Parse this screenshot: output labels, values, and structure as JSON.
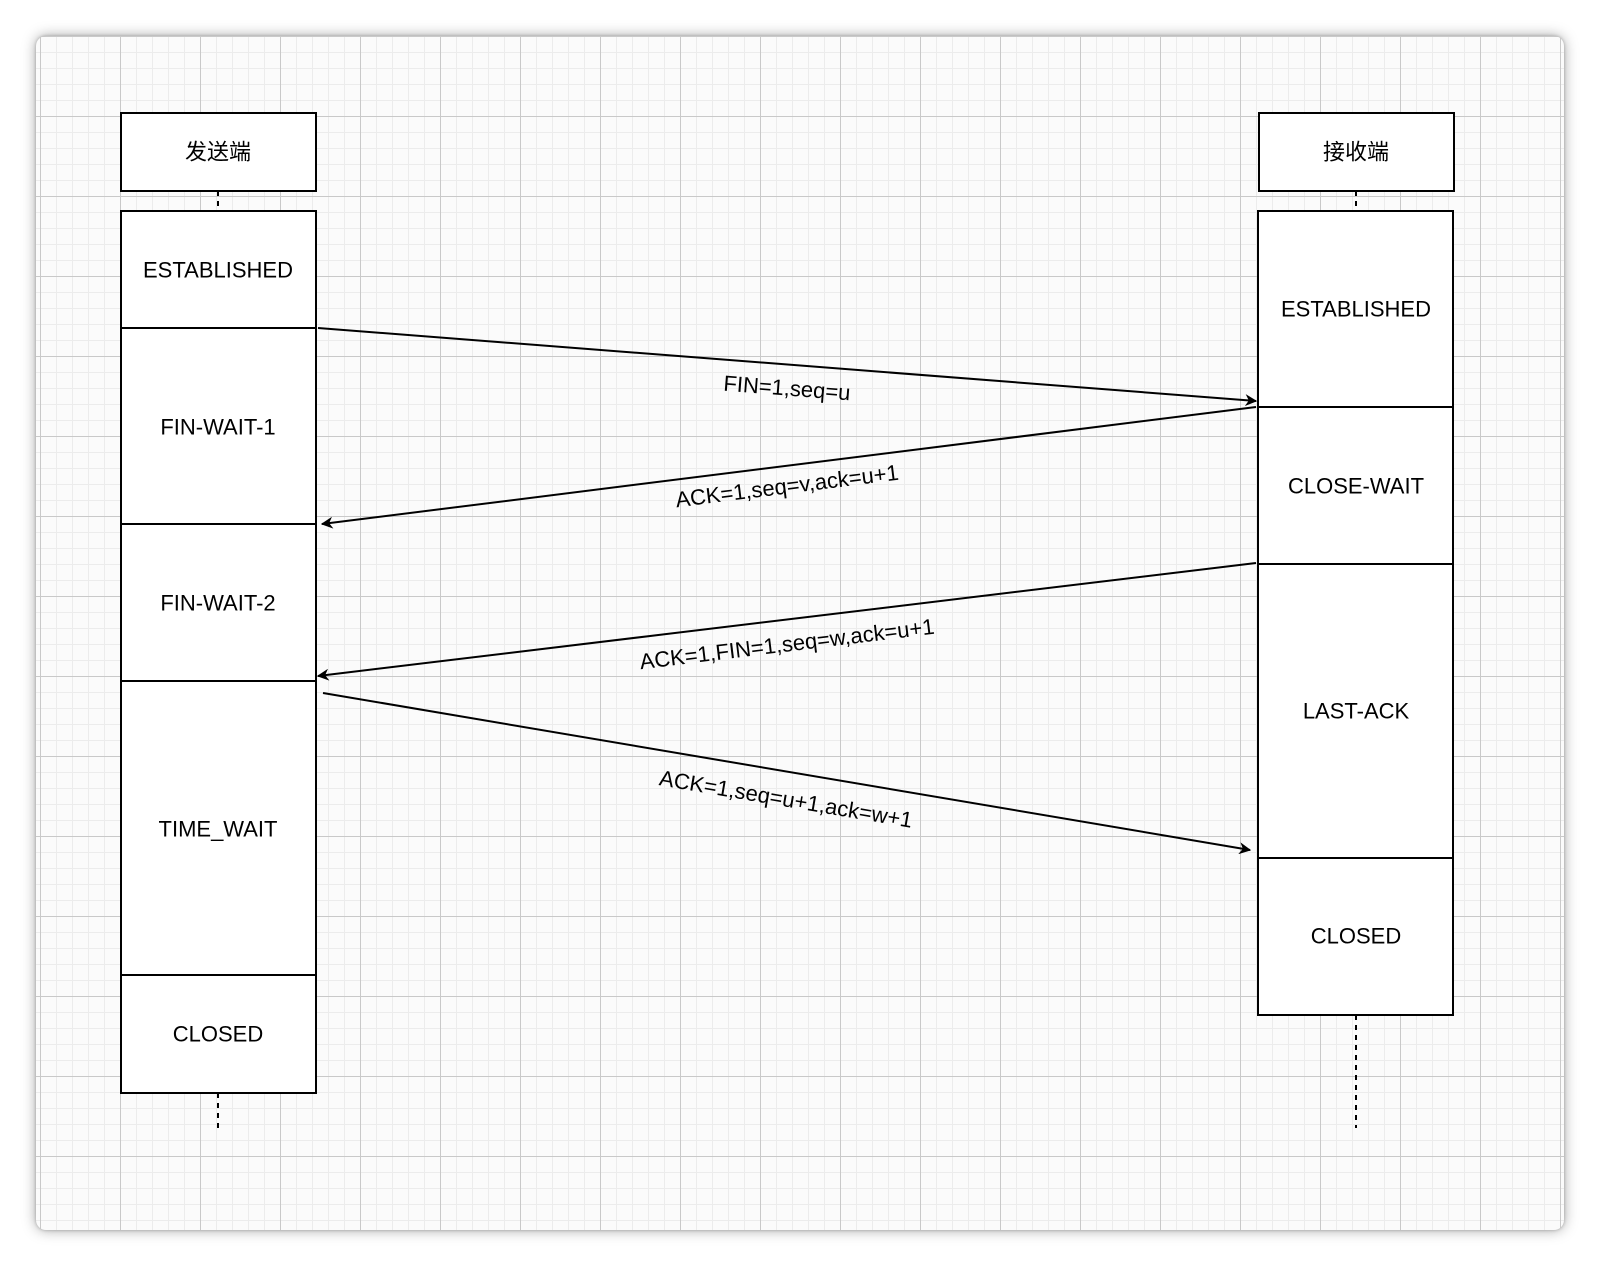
{
  "sender": {
    "title": "发送端",
    "states": [
      "ESTABLISHED",
      "FIN-WAIT-1",
      "FIN-WAIT-2",
      "TIME_WAIT",
      "CLOSED"
    ]
  },
  "receiver": {
    "title": "接收端",
    "states": [
      "ESTABLISHED",
      "CLOSE-WAIT",
      "LAST-ACK",
      "CLOSED"
    ]
  },
  "messages": [
    {
      "label": "FIN=1,seq=u"
    },
    {
      "label": "ACK=1,seq=v,ack=u+1"
    },
    {
      "label": "ACK=1,FIN=1,seq=w,ack=u+1"
    },
    {
      "label": "ACK=1,seq=u+1,ack=w+1"
    }
  ],
  "colors": {
    "line": "#000000",
    "box_fill": "#ffffff",
    "grid": "#c9c9c9"
  }
}
